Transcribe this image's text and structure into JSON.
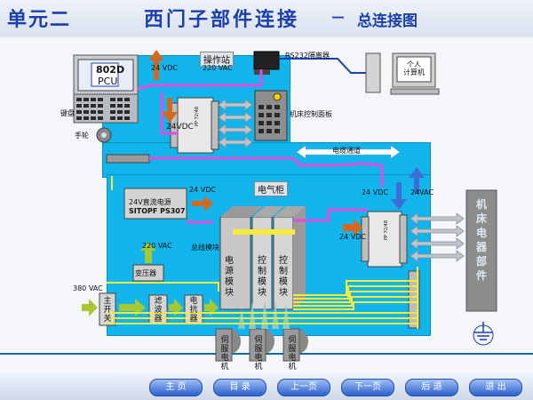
{
  "header": {
    "unit_title": "单元二",
    "main_title": "西门子部件连接",
    "dash": "－",
    "subtitle": "总连接图"
  },
  "labels": {
    "operator_station": "操作站",
    "cnc_model": "802D",
    "cnc_pcu": "PCU",
    "keyboard": "键盘",
    "handwheel": "手轮",
    "vdc24_top": "24 VDC",
    "vac220_top": "220 VAC",
    "rs232": "RS232隔离器",
    "pc": "个人\n计算机",
    "machine_panel": "机床控制面板",
    "vdc24_vertical": "24VDC",
    "cable_channel": "电缆通道",
    "electrical_cabinet": "电气柜",
    "psu_line1": "24V直流电源",
    "psu_line2": "SITOPF PS307",
    "vdc24_psu": "24 VDC",
    "vac220_mid": "220 VAC",
    "bus_module": "总线模块",
    "transformer": "变压器",
    "vac380": "380 VAC",
    "main_switch": "主开关",
    "filter": "滤波器",
    "reactor": "电抗器",
    "power_module": "电源模块",
    "control_module_1": "控制模块",
    "control_module_2": "控制模块",
    "vdc24_right": "24 VDC",
    "vdc24_right2": "24 VDC",
    "vac24_right": "24VAC",
    "machine_parts": "机床电器部件",
    "servo_motor": "伺服电机",
    "module_code": "PP 72/48"
  },
  "nav": {
    "home": "主 页",
    "contents": "目 录",
    "prev": "上一页",
    "next": "下一页",
    "back": "后 退",
    "exit": "退 出"
  },
  "colors": {
    "panel_blue": "#12b4ec",
    "title_blue": "#1b3fb0",
    "cable_pink": "#e24be0",
    "bus_yellow": "#f6ea3a",
    "arrow_orange": "#d2691e",
    "arrow_green": "#a8c832"
  }
}
